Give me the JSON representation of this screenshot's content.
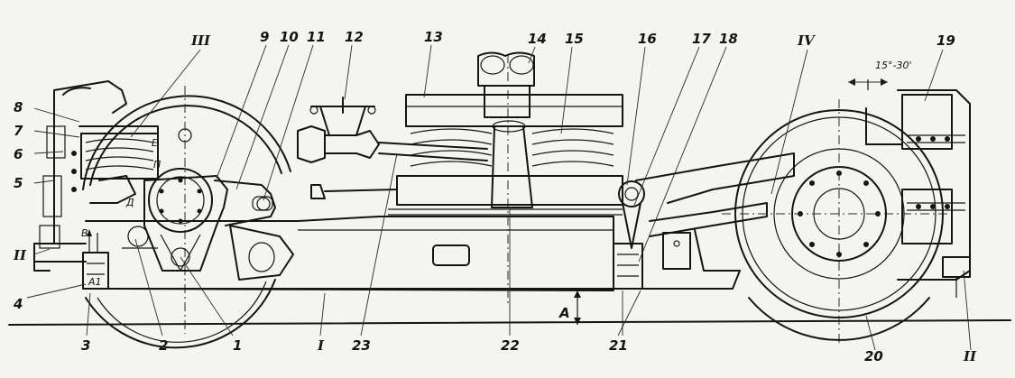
{
  "labels": {
    "l1": "1",
    "l2": "2",
    "l3": "3",
    "l4": "4",
    "l5": "5",
    "l6": "6",
    "l7": "7",
    "l8": "8",
    "l9": "9",
    "l10": "10",
    "l11": "11",
    "l12": "12",
    "l13": "13",
    "l14": "14",
    "l15": "15",
    "l16": "16",
    "l17": "17",
    "l18": "18",
    "l19": "19",
    "l20": "20",
    "l21": "21",
    "l22": "22",
    "l23": "23",
    "r1": "I",
    "r2_left": "II",
    "r2_right": "II",
    "r3": "III",
    "r4": "IV",
    "dimA": "A",
    "dimB": "B",
    "dimA1": "A1",
    "angle": "15°-30'",
    "markE": "E",
    "markP": "П",
    "markD": "Д"
  }
}
